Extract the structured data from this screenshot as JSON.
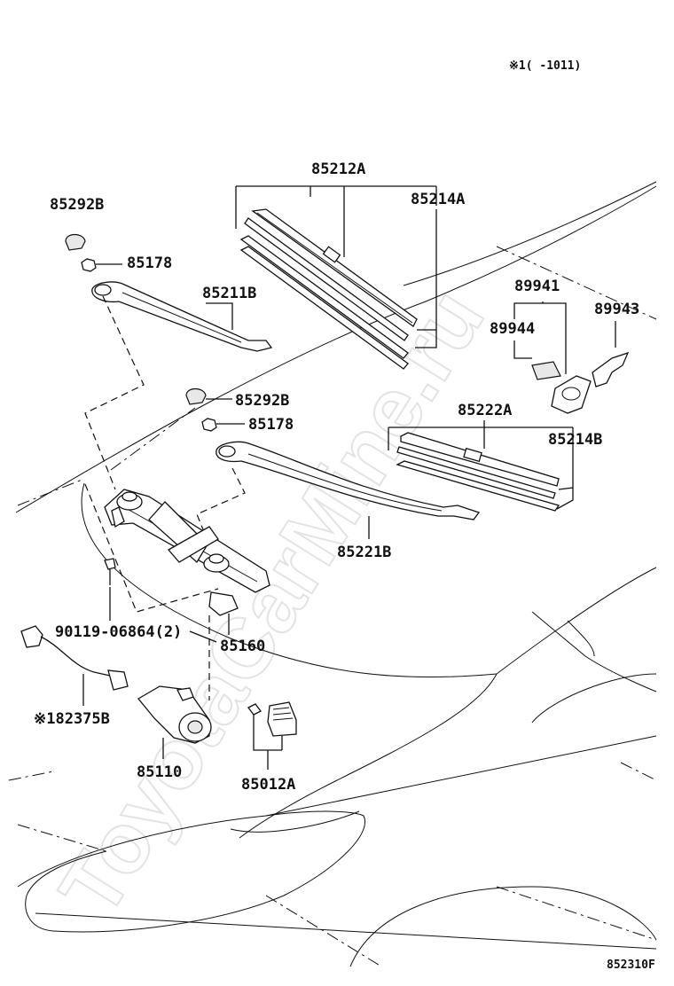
{
  "header": {
    "note": "※1(      -1011)"
  },
  "watermark": {
    "text": "ToyotaCarMine.ru"
  },
  "callouts": [
    {
      "id": "85212A",
      "label": "85212A"
    },
    {
      "id": "85214A",
      "label": "85214A"
    },
    {
      "id": "85292B_top",
      "label": "85292B"
    },
    {
      "id": "85178_top",
      "label": "85178"
    },
    {
      "id": "85211B",
      "label": "85211B"
    },
    {
      "id": "89941",
      "label": "89941"
    },
    {
      "id": "89943",
      "label": "89943"
    },
    {
      "id": "89944",
      "label": "89944"
    },
    {
      "id": "85292B_mid",
      "label": "85292B"
    },
    {
      "id": "85178_mid",
      "label": "85178"
    },
    {
      "id": "85222A",
      "label": "85222A"
    },
    {
      "id": "85214B",
      "label": "85214B"
    },
    {
      "id": "85221B",
      "label": "85221B"
    },
    {
      "id": "90119",
      "label": "90119-06864(2)"
    },
    {
      "id": "85160",
      "label": "85160"
    },
    {
      "id": "82375B",
      "label": "※182375B"
    },
    {
      "id": "85110",
      "label": "85110"
    },
    {
      "id": "85012A",
      "label": "85012A"
    }
  ],
  "footer": {
    "figure_code": "852310F"
  }
}
